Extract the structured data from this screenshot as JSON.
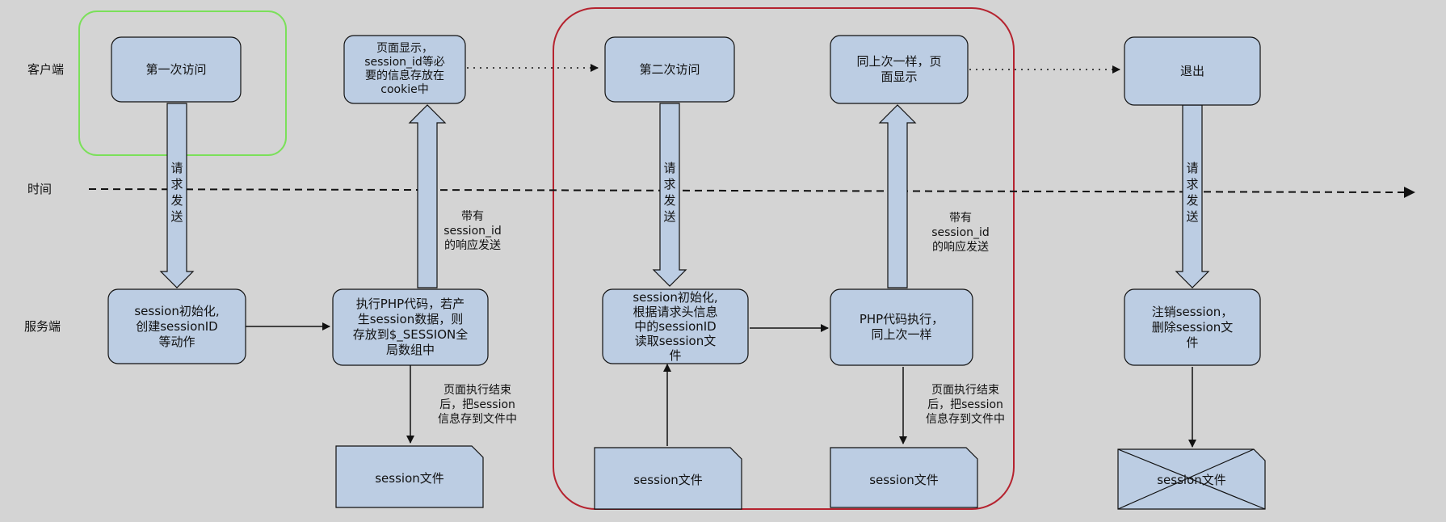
{
  "lanes": {
    "client": "客户端",
    "time": "时间",
    "server": "服务端"
  },
  "client_nodes": {
    "first_visit": "第一次访问",
    "page_display": "页面显示，\nsession_id等必\n要的信息存放在\ncookie中",
    "second_visit": "第二次访问",
    "same_display": "同上次一样，页\n面显示",
    "logout": "退出"
  },
  "server_nodes": {
    "init": "session初始化,\n创建sessionID\n等动作",
    "exec_php": "执行PHP代码，若产\n生session数据，则\n存放到$_SESSION全\n局数组中",
    "init_read": "session初始化,\n根据请求头信息\n中的sessionID\n读取session文\n件",
    "php_exec_same": "PHP代码执行，\n同上次一样",
    "destroy": "注销session，\n删除session文\n件"
  },
  "files": {
    "file1": "session文件",
    "file2": "session文件",
    "file3": "session文件",
    "file4": "session文件"
  },
  "arrow_labels": {
    "request1": "请\n求\n发\n送",
    "request2": "请\n求\n发\n送",
    "request3": "请\n求\n发\n送",
    "response1": "带有\nsession_id\n的响应发送",
    "response2": "带有\nsession_id\n的响应发送",
    "save1": "页面执行结束\n后，把session\n信息存到文件中",
    "save2": "页面执行结束\n后，把session\n信息存到文件中"
  },
  "colors": {
    "background": "#d4d4d4",
    "node_fill": "#bccde3",
    "highlight_green": "#7be05a",
    "highlight_red": "#b5232f"
  }
}
